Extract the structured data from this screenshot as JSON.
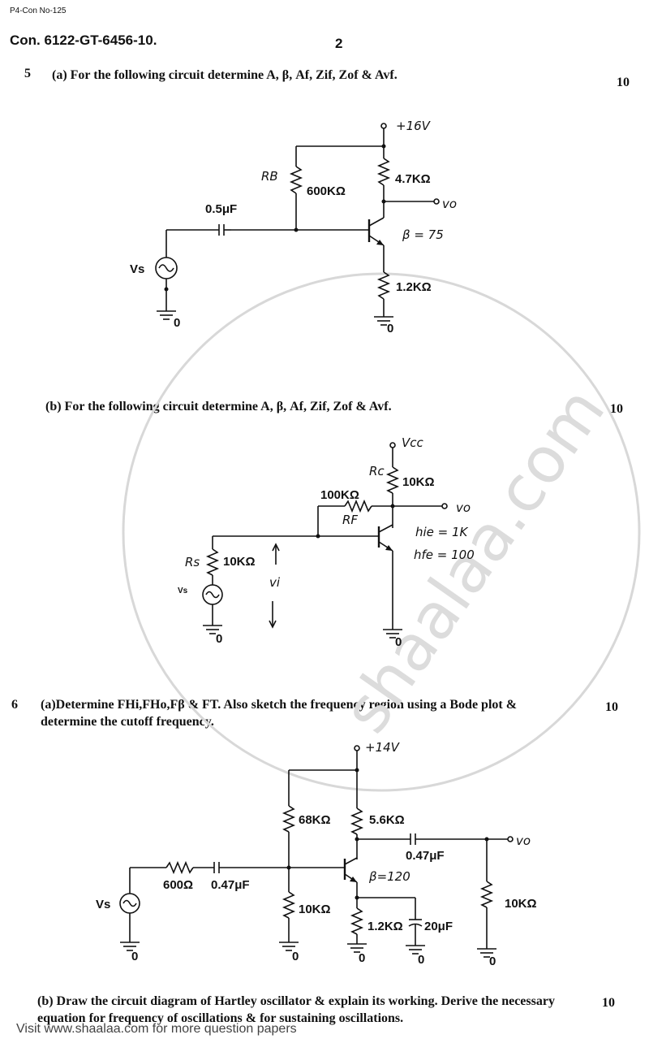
{
  "header": {
    "ref": "P4-Con No-125",
    "code": "Con. 6122-GT-6456-10.",
    "page": "2"
  },
  "watermark": "shaalaa.com",
  "q5": {
    "number": "5",
    "a_text": "(a) For the following circuit determine A, β, Af, Zif, Zof & Avf.",
    "a_marks": "10",
    "b_text": "(b) For the following circuit determine A, β, Af, Zif, Zof & Avf.",
    "b_marks": "10"
  },
  "q6": {
    "number": "6",
    "a_text": "(a)Determine FHi,FHo,Fβ & FT. Also sketch the frequency region using a Bode plot & determine the cutoff frequency.",
    "a_marks": "10",
    "b_text": "(b) Draw the circuit diagram of Hartley oscillator & explain its working. Derive the necessary equation for frequency of oscillations & for sustaining oscillations.",
    "b_marks": "10"
  },
  "circuit1": {
    "supply": "+16V",
    "rb_name": "RB",
    "rb_value": "600KΩ",
    "rc_value": "4.7KΩ",
    "vo": "vo",
    "cap": "0.5μF",
    "beta": "β = 75",
    "source": "Vs",
    "re_value": "1.2KΩ",
    "gnd1": "0",
    "gnd2": "0"
  },
  "circuit2": {
    "supply": "Vcc",
    "rc_name": "Rc",
    "rc_value": "10KΩ",
    "rf_value": "100KΩ",
    "rf_name": "RF",
    "vo": "vo",
    "hie": "hie = 1K",
    "hfe": "hfe = 100",
    "rs_name": "Rs",
    "rs_value": "10KΩ",
    "vi": "vi",
    "source": "Vs",
    "gnd1": "0",
    "gnd2": "0"
  },
  "circuit3": {
    "supply": "+14V",
    "r1": "68KΩ",
    "rc": "5.6KΩ",
    "cout": "0.47μF",
    "vo": "vo",
    "rs": "600Ω",
    "cin": "0.47μF",
    "beta": "β=120",
    "source": "Vs",
    "r2": "10KΩ",
    "re": "1.2KΩ",
    "ce": "20μF",
    "rl": "10KΩ",
    "gnd": "0"
  },
  "footer": {
    "text": "Visit www.shaalaa.com for more question papers"
  }
}
